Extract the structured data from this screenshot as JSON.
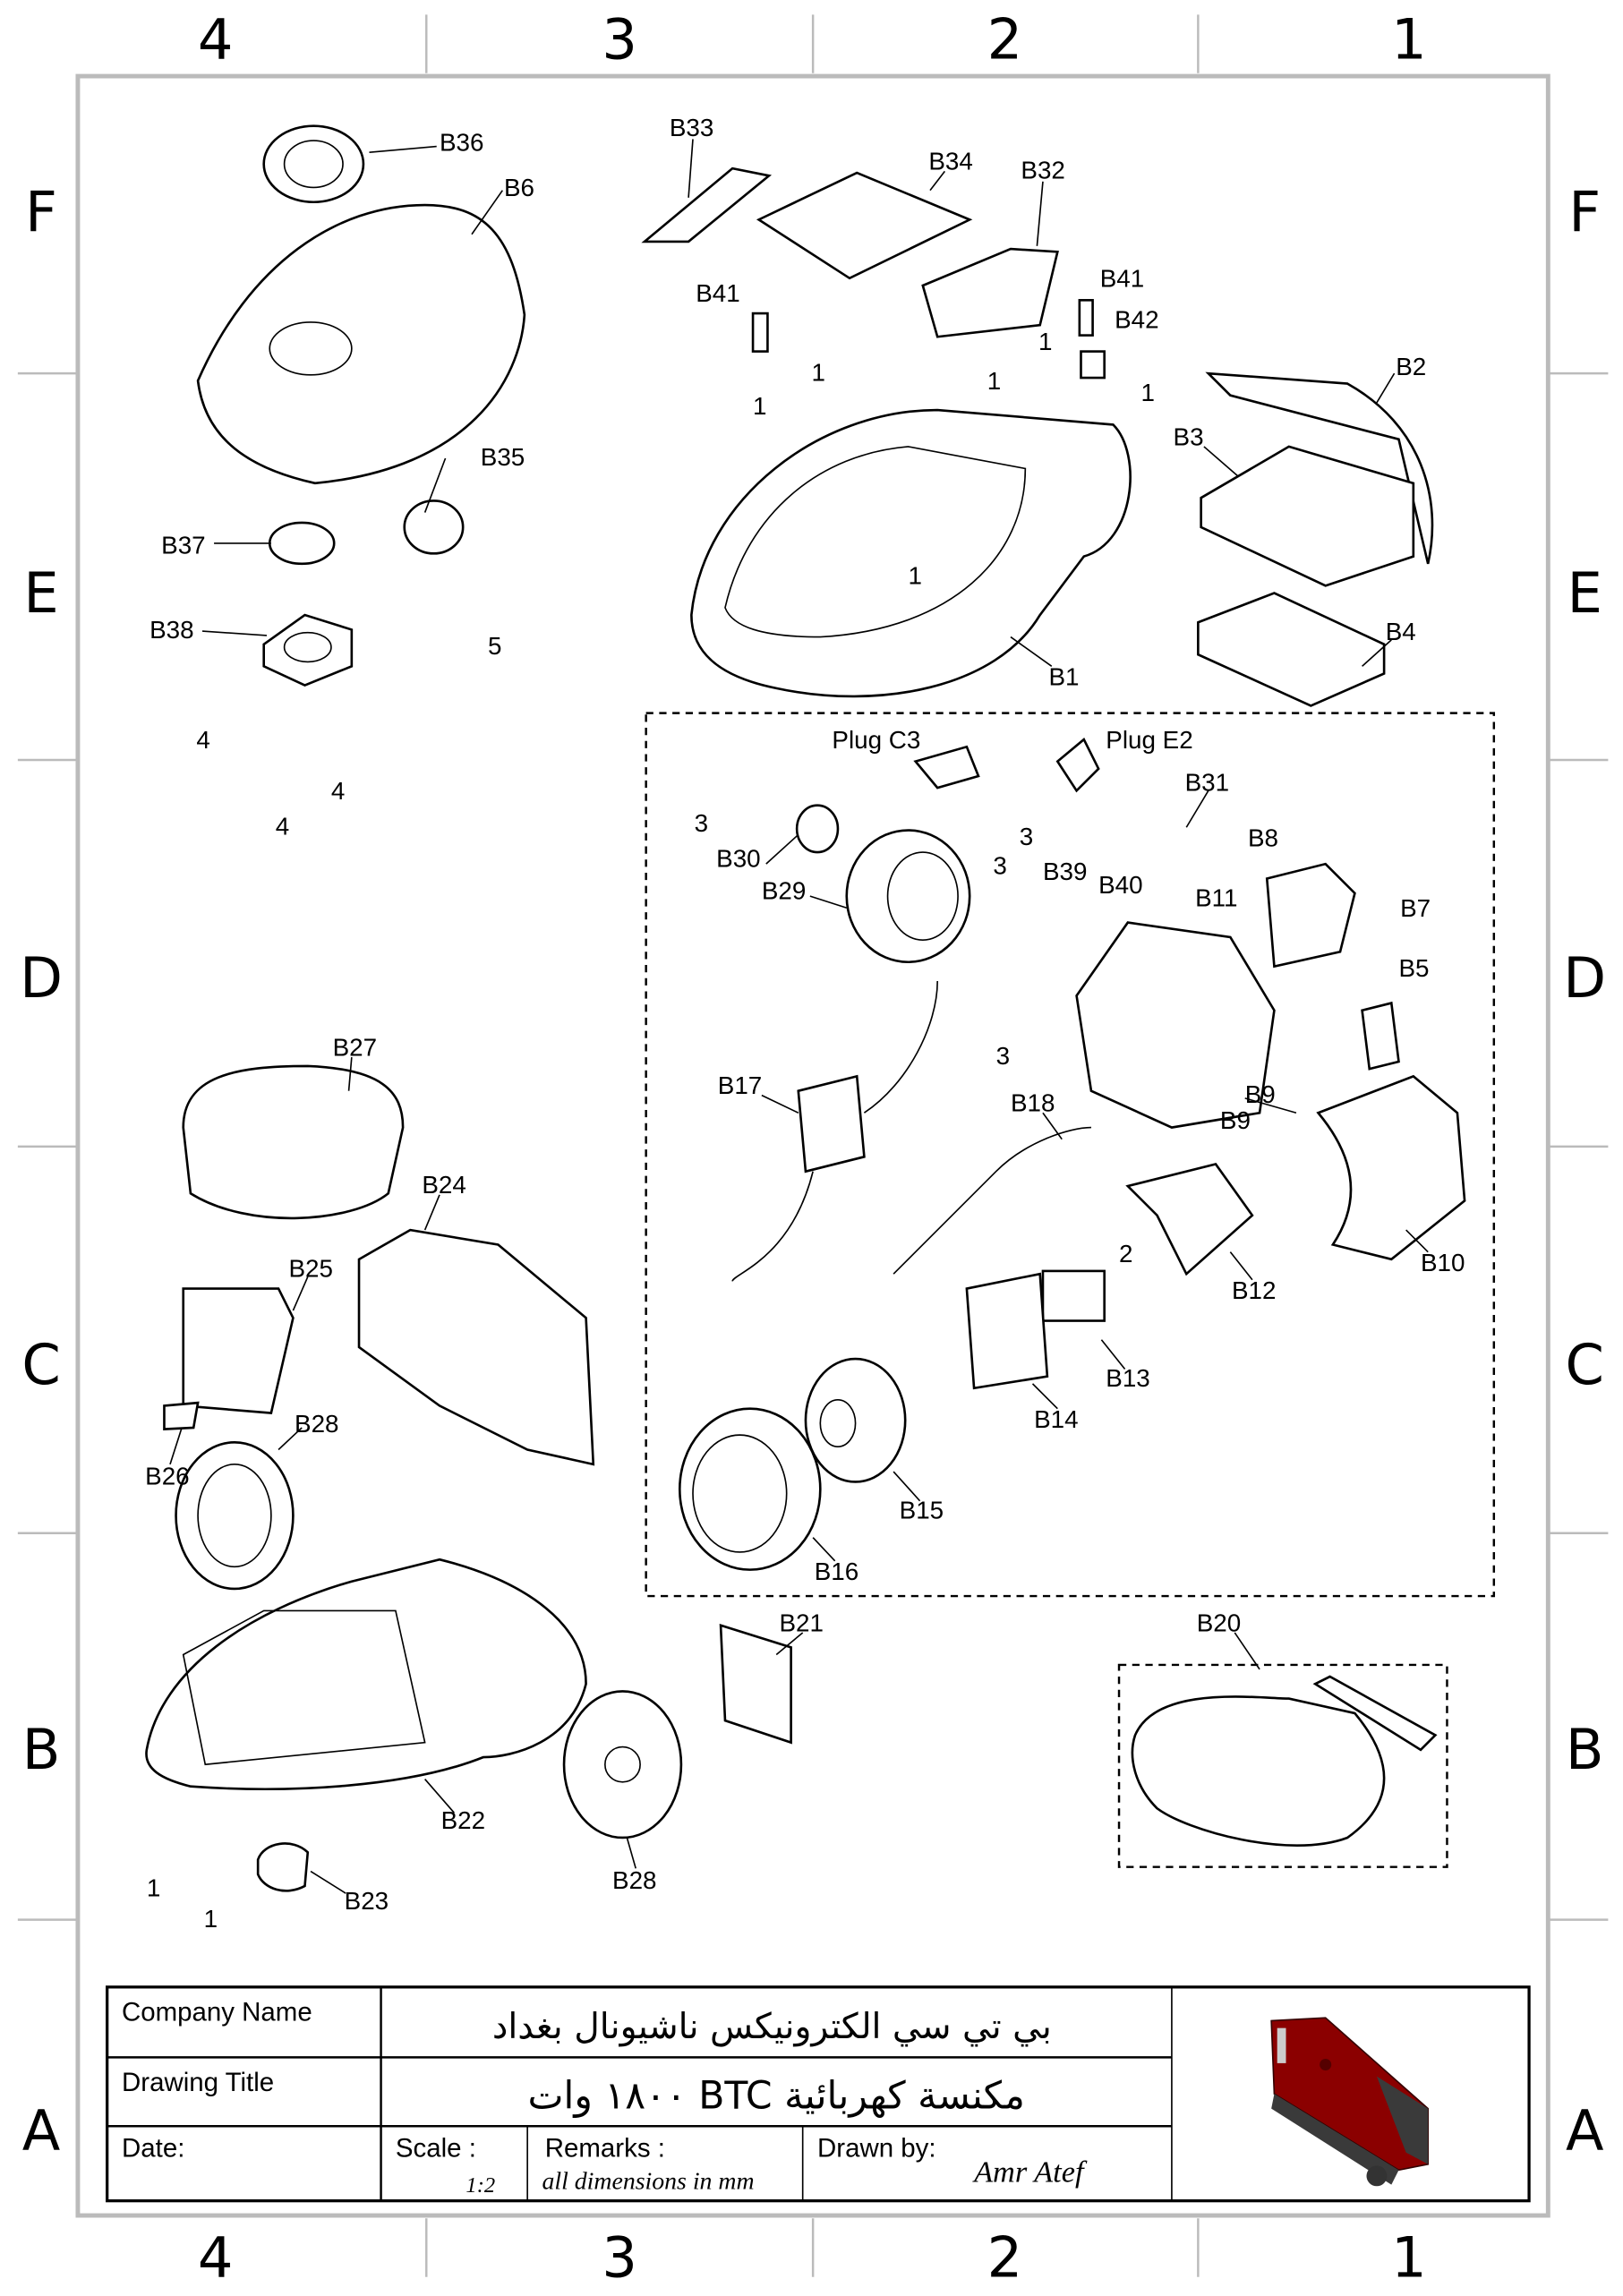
{
  "grid": {
    "columns": [
      "4",
      "3",
      "2",
      "1"
    ],
    "rows": [
      "F",
      "E",
      "D",
      "C",
      "B",
      "A"
    ]
  },
  "labels": [
    "B36",
    "B6",
    "B33",
    "B34",
    "B32",
    "B41",
    "B41",
    "B42",
    "B2",
    "B3",
    "B35",
    "B37",
    "B38",
    "5",
    "4",
    "4",
    "4",
    "1",
    "1",
    "1",
    "1",
    "1",
    "1",
    "B1",
    "B4",
    "Plug C3",
    "Plug E2",
    "B31",
    "3",
    "B30",
    "B29",
    "3",
    "3",
    "B39",
    "B40",
    "B8",
    "B11",
    "B7",
    "B5",
    "3",
    "B27",
    "B17",
    "B18",
    "B9",
    "B9",
    "B24",
    "B10",
    "2",
    "B12",
    "B25",
    "B13",
    "B14",
    "B28",
    "B26",
    "B15",
    "B16",
    "B21",
    "B20",
    "B22",
    "B28",
    "B23",
    "1",
    "1"
  ],
  "title_block": {
    "company_label": "Company Name",
    "company_value": "بي تي سي الكترونيكس ناشيونال بغداد",
    "title_label": "Drawing Title",
    "title_value": "مكنسة كهربائية BTC ١٨٠٠ وات",
    "date_label": "Date:",
    "scale_label": "Scale :",
    "scale_value": "1:2",
    "remarks_label": "Remarks :",
    "remarks_value": "all dimensions in mm",
    "drawn_by_label": "Drawn by:",
    "drawn_by_value": "Amr Atef"
  },
  "colors": {
    "product_red": "#8b0000",
    "product_dark": "#3a3a3a"
  }
}
